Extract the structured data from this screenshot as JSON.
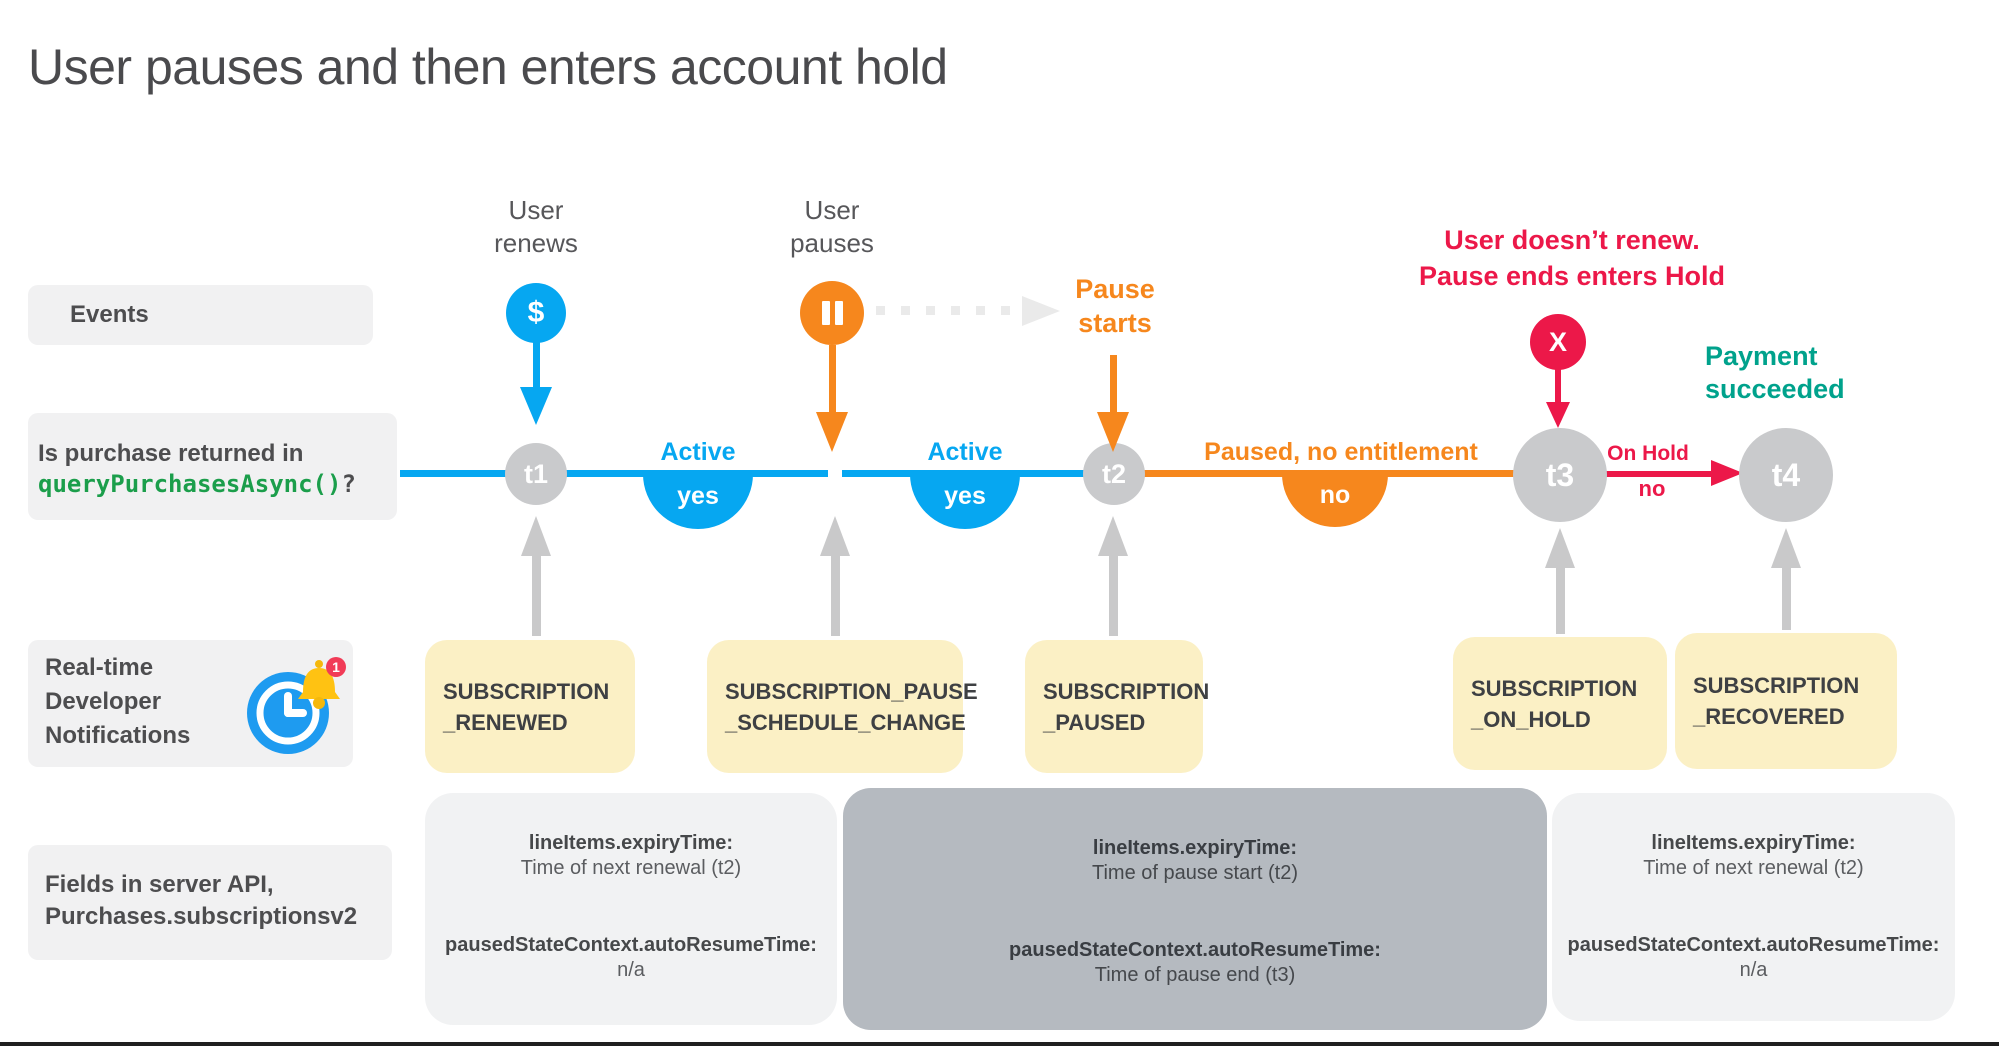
{
  "title": "User pauses and then enters account hold",
  "left_panel": {
    "events_label": "Events",
    "query_line1": "Is purchase returned in",
    "query_code": "queryPurchasesAsync()",
    "query_question": "?",
    "rtdn_line1": "Real-time",
    "rtdn_line2": "Developer",
    "rtdn_line3": "Notifications",
    "rtdn_badge_count": "1",
    "fields_line1": "Fields in server API,",
    "fields_line2": "Purchases.subscriptionsv2"
  },
  "annotations": {
    "user_renews_1": "User",
    "user_renews_2": "renews",
    "renew_symbol": "$",
    "user_pauses_1": "User",
    "user_pauses_2": "pauses",
    "pause_starts_1": "Pause",
    "pause_starts_2": "starts",
    "hold_note_1": "User doesn’t renew.",
    "hold_note_2": "Pause ends enters Hold",
    "hold_symbol": "X",
    "payment_1": "Payment",
    "payment_2": "succeeded"
  },
  "timeline": {
    "t1": "t1",
    "t2": "t2",
    "t3": "t3",
    "t4": "t4",
    "seg1_label": "Active",
    "seg1_answer": "yes",
    "seg2_label": "Active",
    "seg2_answer": "yes",
    "seg3_label": "Paused, no entitlement",
    "seg3_answer": "no",
    "seg4_label": "On Hold",
    "seg4_answer": "no"
  },
  "rtdn_boxes": {
    "renewed_1": "SUBSCRIPTION",
    "renewed_2": "_RENEWED",
    "pause_schedule_1": "SUBSCRIPTION_PAUSE",
    "pause_schedule_2": "_SCHEDULE_CHANGE",
    "paused_1": "SUBSCRIPTION",
    "paused_2": "_PAUSED",
    "on_hold_1": "SUBSCRIPTION",
    "on_hold_2": "_ON_HOLD",
    "recovered_1": "SUBSCRIPTION",
    "recovered_2": "_RECOVERED"
  },
  "field_boxes": {
    "box1": {
      "expiry_label": "lineItems.expiryTime:",
      "expiry_value": "Time of next renewal (t2)",
      "resume_label": "pausedStateContext.autoResumeTime:",
      "resume_value": "n/a"
    },
    "box2": {
      "expiry_label": "lineItems.expiryTime:",
      "expiry_value": "Time of pause start (t2)",
      "resume_label": "pausedStateContext.autoResumeTime:",
      "resume_value": "Time of pause end (t3)"
    },
    "box3": {
      "expiry_label": "lineItems.expiryTime:",
      "expiry_value": "Time of next renewal (t2)",
      "resume_label": "pausedStateContext.autoResumeTime:",
      "resume_value": "n/a"
    }
  },
  "colors": {
    "blue": "#06A7F1",
    "orange": "#F6871D",
    "red": "#EC1849",
    "teal": "#00A28C",
    "code_green": "#1B9E4B",
    "gray_node": "#C9CACC",
    "gray_arrow": "#C9C9CA",
    "yellow_box": "#FBF0C5",
    "light_box": "#F1F2F3",
    "dark_box": "#B5BAC0"
  }
}
